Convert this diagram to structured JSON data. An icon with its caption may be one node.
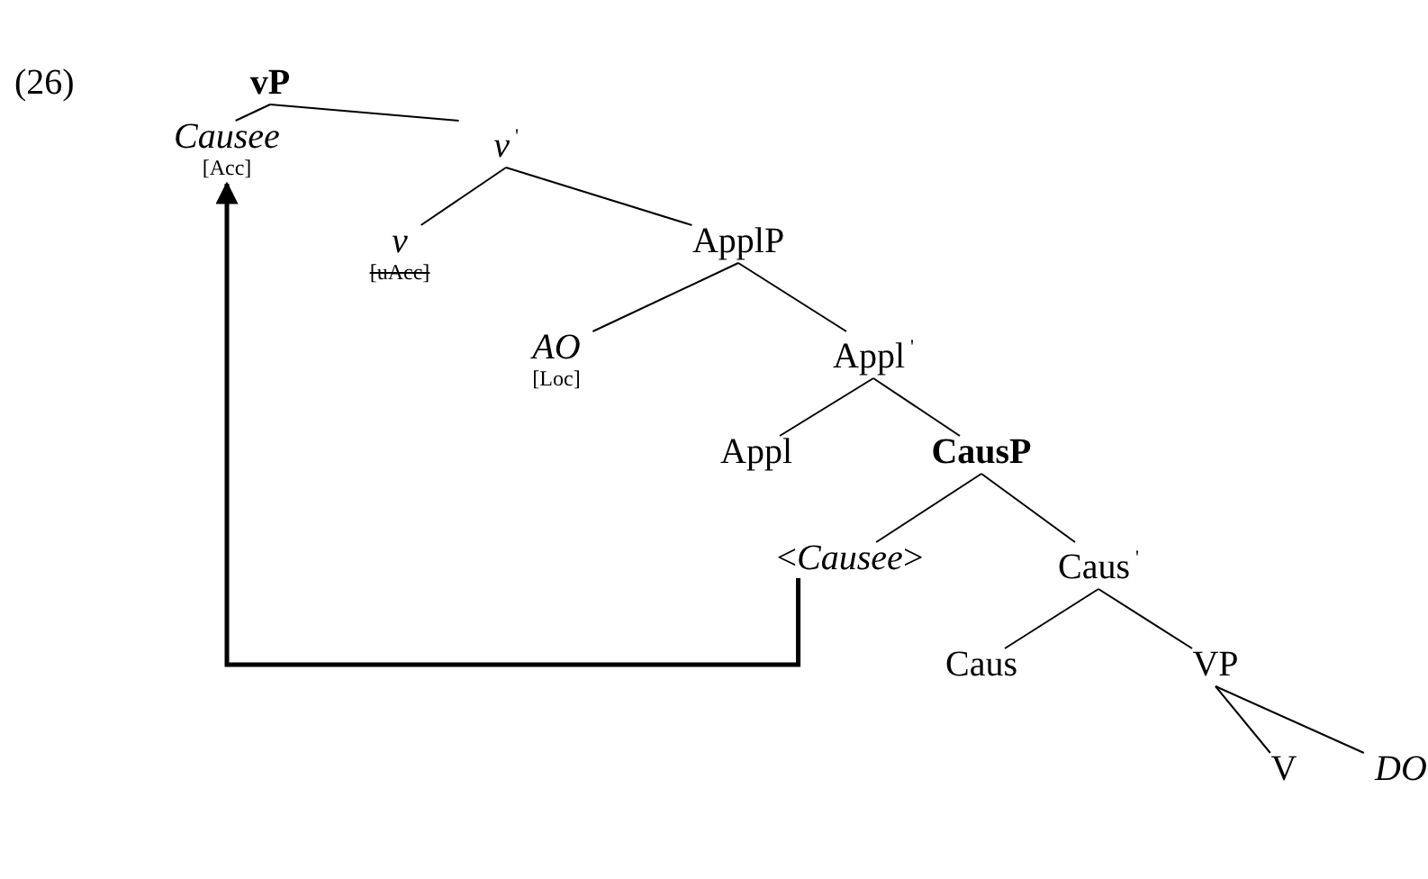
{
  "diagram": {
    "nodes": [
      {
        "text": [
          "vP"
        ]
      },
      {
        "text": [
          "Causee",
          "[Acc]"
        ]
      },
      {
        "text": [
          "*v*$^{'}$"
        ]
      },
      {
        "text": [
          "v",
          "[uAcc]"
        ]
      },
      {
        "text": [
          "ApplP"
        ]
      },
      {
        "text": [
          "AO",
          "[Loc]"
        ]
      },
      {
        "text": [
          "Appl$^{'}$"
        ]
      },
      {
        "text": [
          "Appl"
        ]
      },
      {
        "text": [
          "CausP"
        ]
      },
      {
        "text": [
          "<*Causee*>"
        ]
      },
      {
        "text": [
          "Caus$^{'}$"
        ]
      },
      {
        "text": [
          "Caus"
        ]
      },
      {
        "text": [
          "VP"
        ]
      },
      {
        "text": [
          "V"
        ]
      },
      {
        "text": [
          "DO"
        ]
      }
    ],
    "edges": [
      {
        "from": 0,
        "to": 1,
        "arrow": "none"
      },
      {
        "from": 0,
        "to": 2,
        "arrow": "none"
      },
      {
        "from": 2,
        "to": 3,
        "arrow": "none"
      },
      {
        "from": 2,
        "to": 4,
        "arrow": "none"
      },
      {
        "from": 4,
        "to": 5,
        "arrow": "none"
      },
      {
        "from": 4,
        "to": 6,
        "arrow": "none"
      },
      {
        "from": 6,
        "to": 7,
        "arrow": "none"
      },
      {
        "from": 6,
        "to": 8,
        "arrow": "none"
      },
      {
        "from": 8,
        "to": 9,
        "arrow": "none"
      },
      {
        "from": 8,
        "to": 10,
        "arrow": "none"
      },
      {
        "from": 10,
        "to": 11,
        "arrow": "none"
      },
      {
        "from": 10,
        "to": 12,
        "arrow": "none"
      },
      {
        "from": 12,
        "to": 13,
        "arrow": "none"
      },
      {
        "from": 12,
        "to": 14,
        "arrow": "none"
      },
      {
        "from": 9,
        "to": 1,
        "arrow": "to",
        "style": "thick"
      }
    ],
    "labels": [
      "(26)"
    ]
  }
}
